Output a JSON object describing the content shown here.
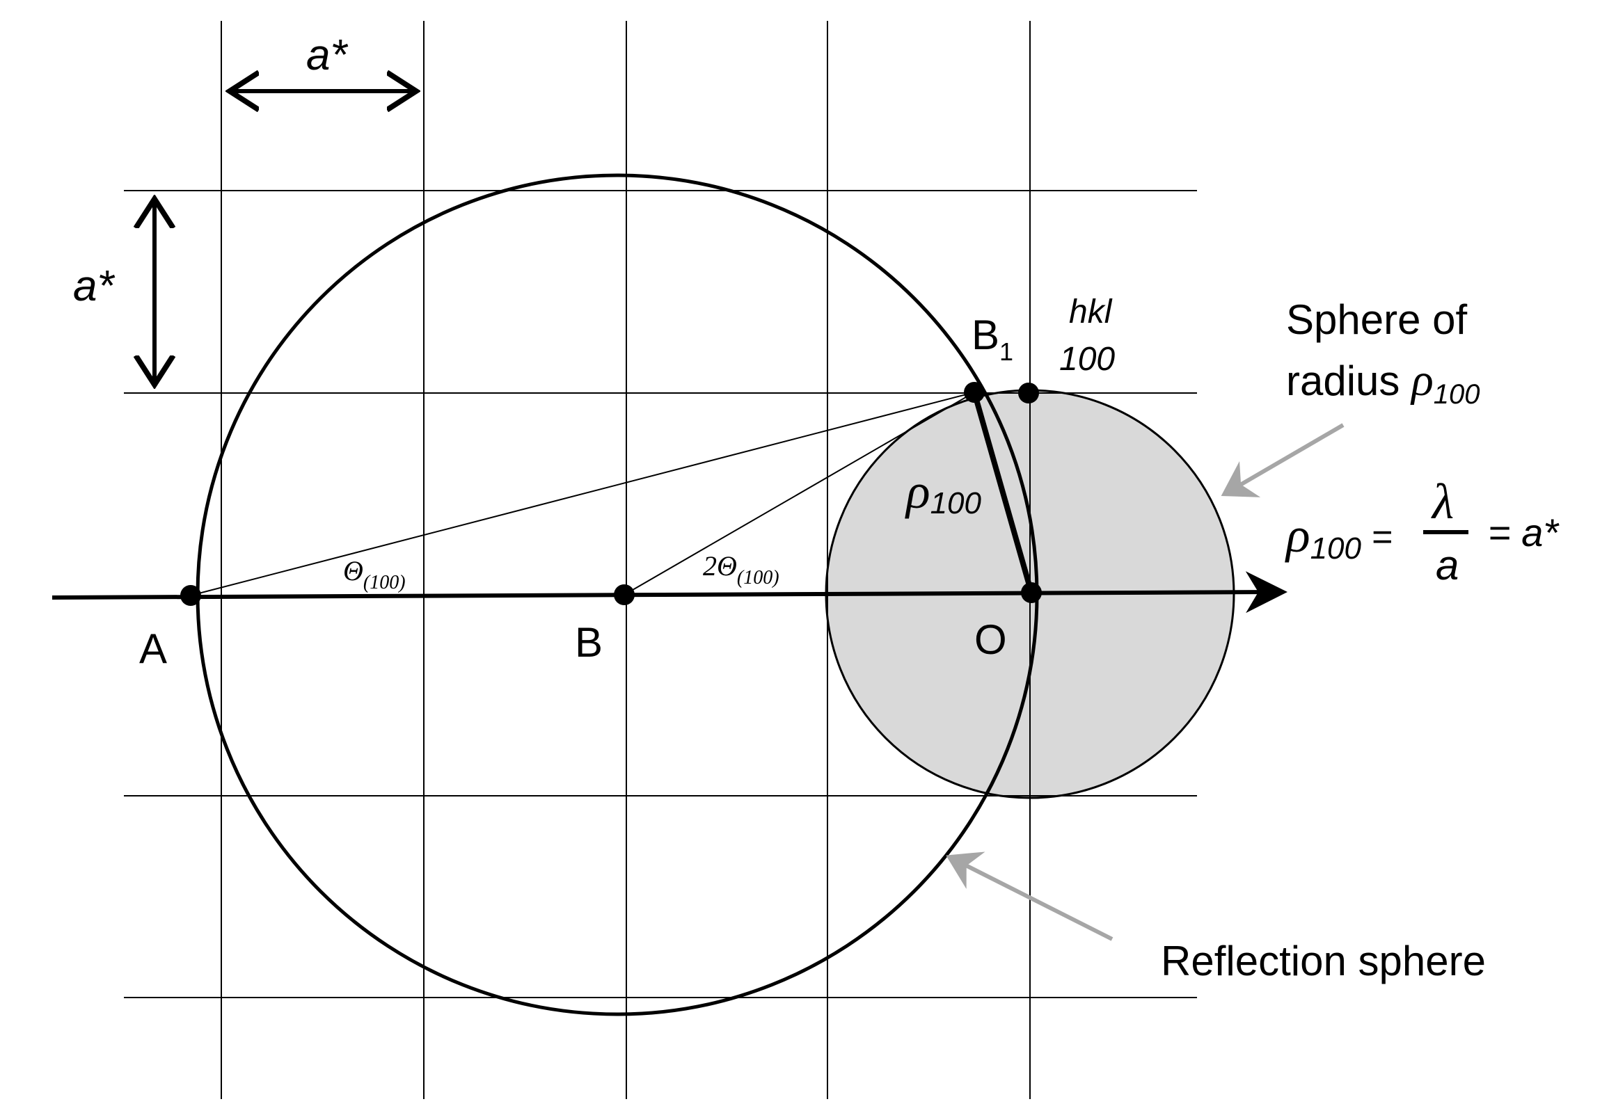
{
  "points": {
    "A": "A",
    "B": "B",
    "O": "O",
    "B1": "B",
    "B1_sub": "1"
  },
  "dimensions": {
    "horizontal": "a*",
    "vertical": "a*"
  },
  "hkl": {
    "label": "hkl",
    "value": "100"
  },
  "angles": {
    "theta": "Θ",
    "theta_sub": "(100)",
    "two_theta": "2Θ",
    "two_theta_sub": "(100)"
  },
  "rho": {
    "symbol": "ρ",
    "sub": "100"
  },
  "annotations": {
    "sphere_line1": "Sphere of",
    "sphere_line2": "radius ",
    "reflection": "Reflection sphere"
  },
  "formula": {
    "lhs_symbol": "ρ",
    "lhs_sub": "100",
    "eq1": " =",
    "numerator": "λ",
    "denominator": "a",
    "rhs": "= a*"
  },
  "colors": {
    "sphere_fill": "#d9d9d9",
    "pointer_arrow": "#a6a6a6",
    "ink": "#000000"
  }
}
